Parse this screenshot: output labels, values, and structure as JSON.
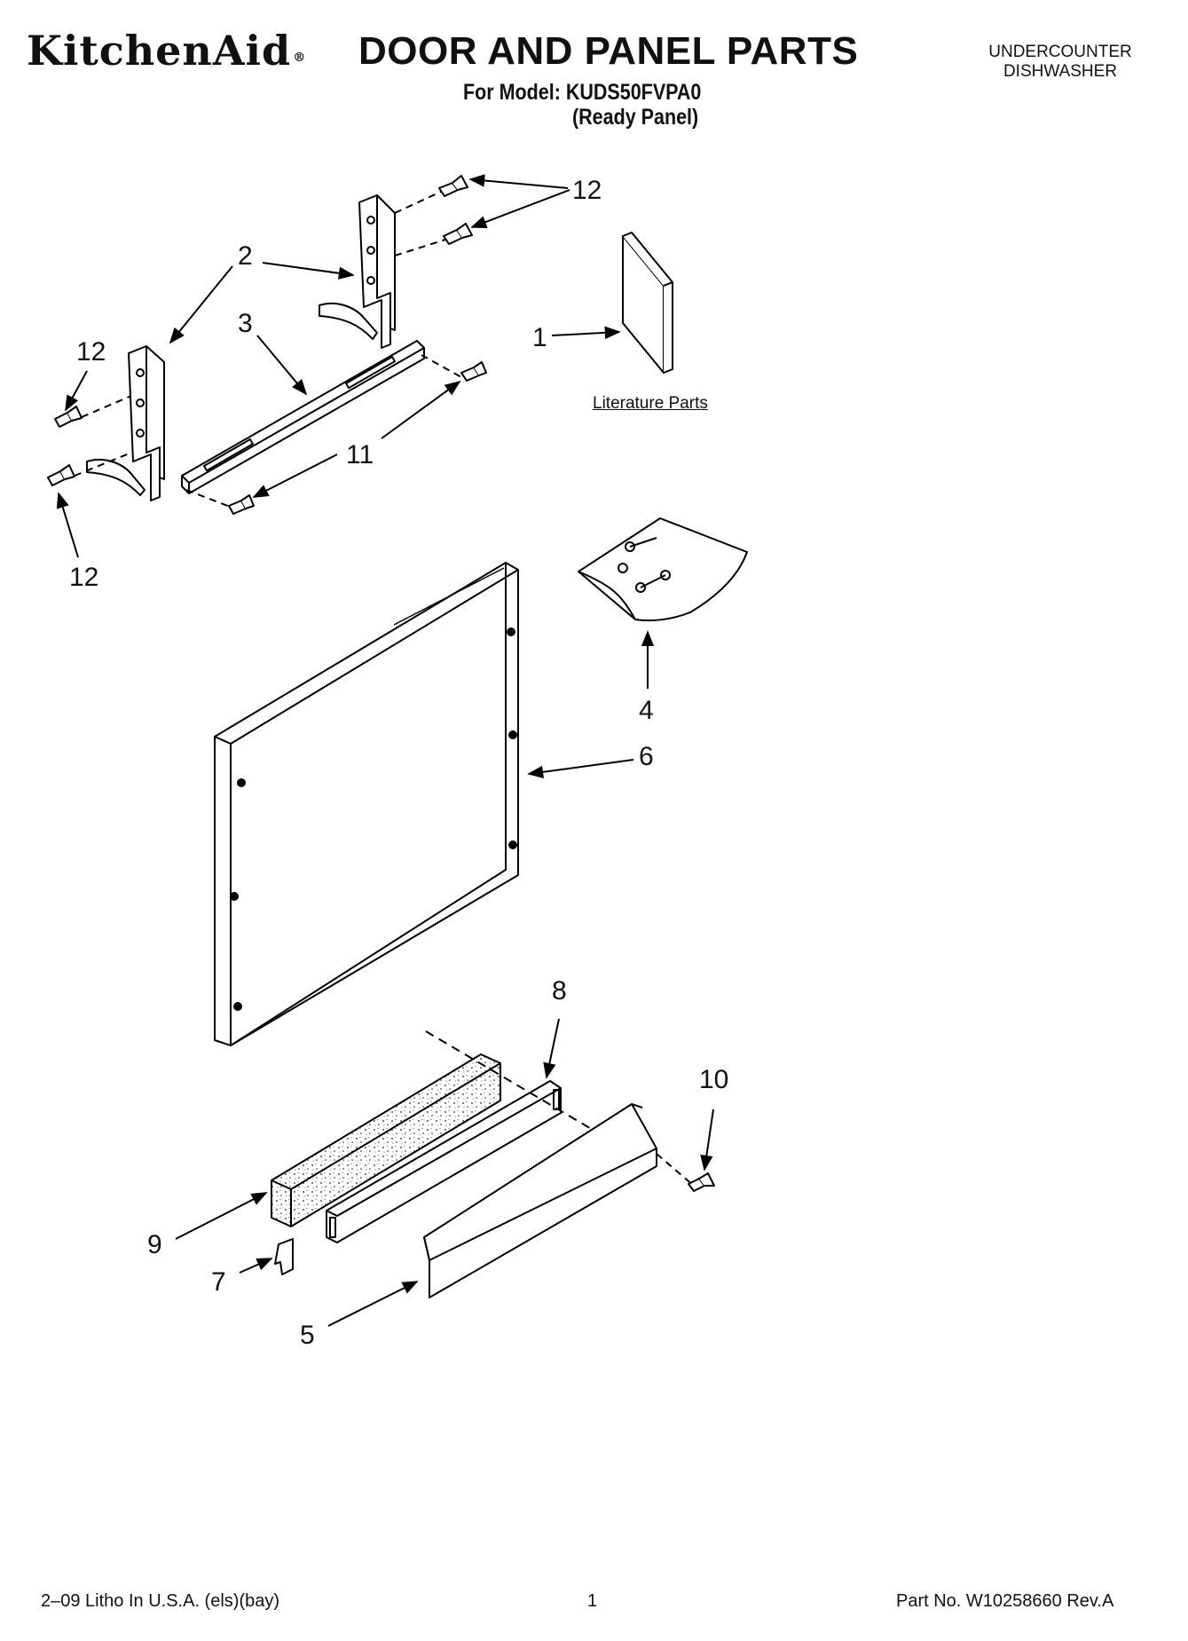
{
  "header": {
    "brand": "KitchenAid",
    "title": "DOOR AND PANEL PARTS",
    "model_line": "For Model: KUDS50FVPA0",
    "variant": "(Ready Panel)",
    "appliance_type_line1": "UNDERCOUNTER",
    "appliance_type_line2": "DISHWASHER"
  },
  "callouts": [
    {
      "id": "c1",
      "label": "1"
    },
    {
      "id": "c2",
      "label": "2"
    },
    {
      "id": "c3",
      "label": "3"
    },
    {
      "id": "c4",
      "label": "4"
    },
    {
      "id": "c5",
      "label": "5"
    },
    {
      "id": "c6",
      "label": "6"
    },
    {
      "id": "c7",
      "label": "7"
    },
    {
      "id": "c8",
      "label": "8"
    },
    {
      "id": "c9",
      "label": "9"
    },
    {
      "id": "c10",
      "label": "10"
    },
    {
      "id": "c11",
      "label": "11"
    },
    {
      "id": "c12a",
      "label": "12"
    },
    {
      "id": "c12b",
      "label": "12"
    },
    {
      "id": "c12c",
      "label": "12"
    }
  ],
  "literature_label": "Literature Parts",
  "footer": {
    "left": "2–09 Litho In U.S.A. (els)(bay)",
    "center": "1",
    "right": "Part No. W10258660 Rev.A"
  }
}
